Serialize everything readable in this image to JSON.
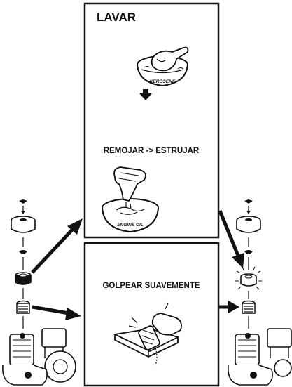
{
  "panels": {
    "wash": {
      "title": "LAVAR",
      "bowl_label": "KEROSENE"
    },
    "soak": {
      "title": "REMOJAR -> ESTRUJAR",
      "bowl_label": "ENGINE OIL"
    },
    "tap": {
      "title": "GOLPEAR SUAVEMENTE"
    }
  },
  "colors": {
    "ink": "#111111",
    "paper": "#ffffff"
  }
}
